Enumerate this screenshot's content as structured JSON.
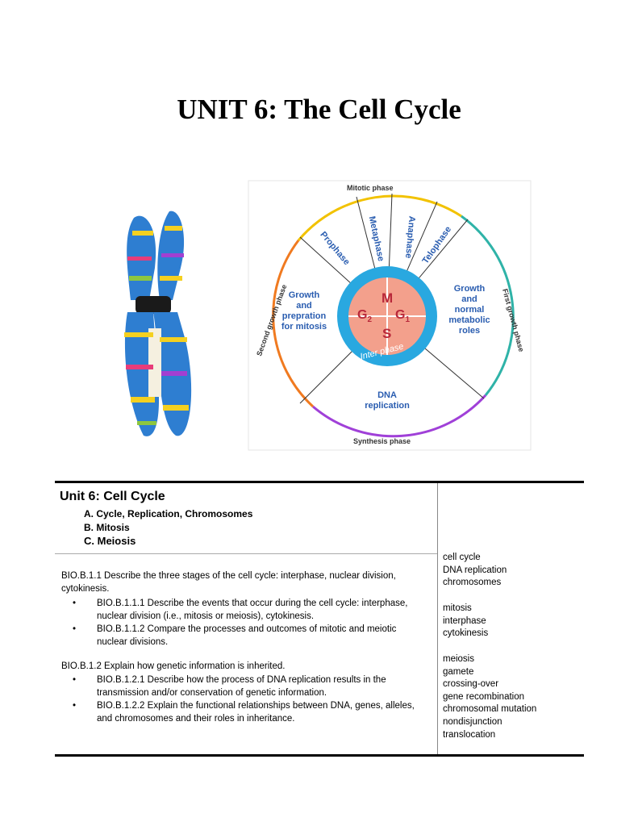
{
  "page": {
    "title": "UNIT 6: The Cell Cycle"
  },
  "diagram": {
    "outer_labels": {
      "mitotic": "Mitotic phase",
      "second_growth": "Second growth phase",
      "first_growth": "First growth phase",
      "synthesis": "Synthesis phase"
    },
    "mitosis_stages": [
      "Prophase",
      "Metaphase",
      "Anaphase",
      "Telophase"
    ],
    "left_region": [
      "Growth",
      "and",
      "prepration",
      "for mitosis"
    ],
    "right_region": [
      "Growth",
      "and",
      "normal",
      "metabolic",
      "roles"
    ],
    "bottom_region": [
      "DNA",
      "replication"
    ],
    "center": {
      "m": "M",
      "g2": "G",
      "g2_sub": "2",
      "g1": "G",
      "g1_sub": "1",
      "s": "S",
      "ring_label": "Inter phase"
    },
    "colors": {
      "mitotic": "#f2c200",
      "first_growth": "#2fb3a8",
      "synthesis": "#a040d8",
      "second_growth": "#f07a20",
      "center": "#f3a08c",
      "interphase_ring": "#29a8e0",
      "text_blue": "#2a5db0"
    }
  },
  "table": {
    "unit_title": "Unit 6: Cell Cycle",
    "subtopics": [
      "A. Cycle, Replication, Chromosomes",
      "B. Mitosis",
      "C. Meiosis"
    ],
    "standards": [
      {
        "main": "BIO.B.1.1 Describe the three stages of the cell cycle: interphase, nuclear division, cytokinesis.",
        "bullets": [
          "BIO.B.1.1.1 Describe the events that occur during the cell cycle: interphase, nuclear division (i.e., mitosis or meiosis), cytokinesis.",
          "BIO.B.1.1.2 Compare the processes and outcomes of mitotic and meiotic nuclear divisions."
        ]
      },
      {
        "main": "BIO.B.1.2 Explain how genetic information is inherited.",
        "bullets": [
          "BIO.B.1.2.1 Describe how the process of DNA replication results in the transmission and/or conservation of genetic information.",
          "BIO.B.1.2.2 Explain the functional relationships between DNA, genes, alleles, and chromosomes and their roles in inheritance."
        ]
      }
    ],
    "vocab_groups": [
      [
        "cell cycle",
        "DNA replication",
        "chromosomes"
      ],
      [
        "mitosis",
        "interphase",
        "cytokinesis"
      ],
      [
        "meiosis",
        "gamete",
        "crossing-over",
        "gene recombination",
        "chromosomal mutation",
        "nondisjunction",
        "translocation"
      ]
    ],
    "bullet_glyph": "•"
  }
}
